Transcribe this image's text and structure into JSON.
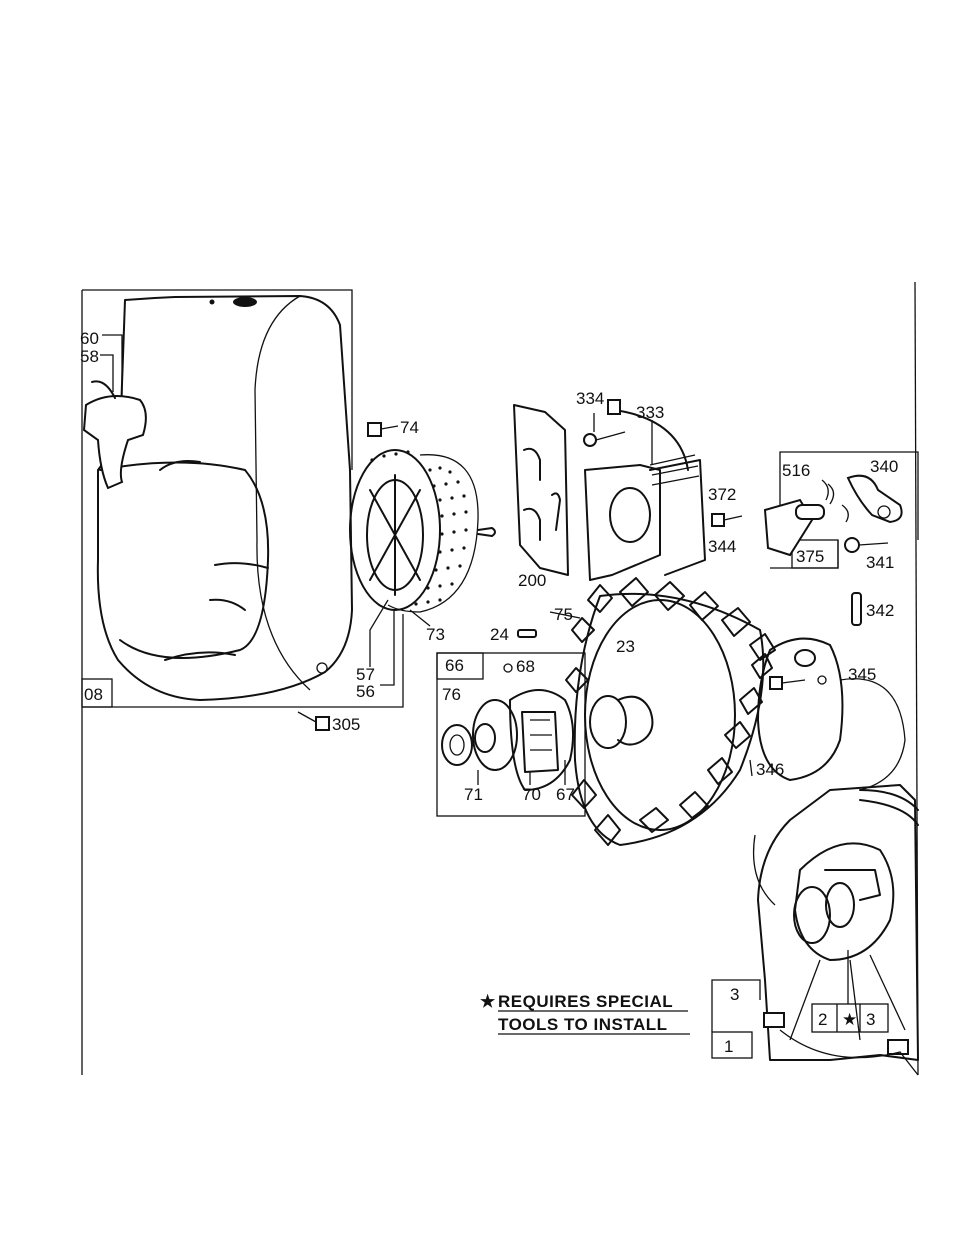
{
  "labels": {
    "p60": "60",
    "p58": "58",
    "p74": "74",
    "p73": "73",
    "p57": "57",
    "p56": "56",
    "p08": "08",
    "p305": "305",
    "p334": "334",
    "p333": "333",
    "p372": "372",
    "p344": "344",
    "p200": "200",
    "p516": "516",
    "p340": "340",
    "p375": "375",
    "p341": "341",
    "p342": "342",
    "p75": "75",
    "p24": "24",
    "p23": "23",
    "p66": "66",
    "p68": "68",
    "p76": "76",
    "p71": "71",
    "p70": "70",
    "p67": "67",
    "p345": "345",
    "p346": "346",
    "p3a": "3",
    "p1": "1",
    "p2": "2",
    "p3b": "3"
  },
  "note": {
    "line1": "REQUIRES SPECIAL",
    "line2": "TOOLS TO INSTALL",
    "star": "★"
  },
  "box_star": "★"
}
